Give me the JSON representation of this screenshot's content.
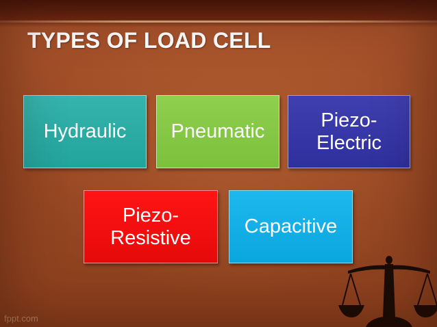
{
  "slide": {
    "title": "TYPES OF LOAD CELL",
    "boxes": [
      {
        "label": "Hydraulic",
        "color": "#2aaca4"
      },
      {
        "label": "Pneumatic",
        "color": "#84c845"
      },
      {
        "label": "Piezo-\nElectric",
        "color": "#3535a8"
      },
      {
        "label": "Piezo-\nResistive",
        "color": "#f00f0f"
      },
      {
        "label": "Capacitive",
        "color": "#12afe6"
      }
    ],
    "watermark": "fppt.com",
    "decoration_icon": "scales-of-justice-icon"
  }
}
